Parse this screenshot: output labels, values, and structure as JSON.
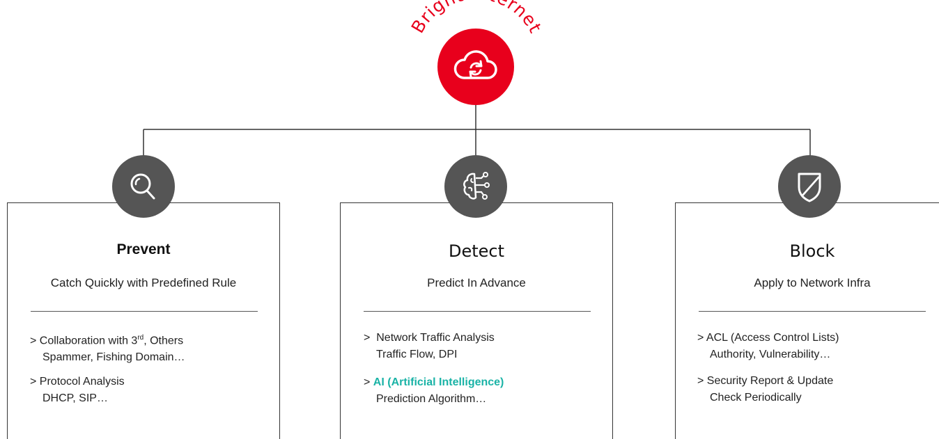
{
  "center": {
    "title": "Bright Internet",
    "icon": "cloud-sync-icon",
    "color": "#e8001c"
  },
  "cards": [
    {
      "icon": "search-icon",
      "title": "Prevent",
      "subtitle": "Catch Quickly with Predefined Rule",
      "items": [
        {
          "prefix": "> Collaboration with 3",
          "superscript": "rd",
          "suffix": ", Others",
          "detail": "Spammer, Fishing Domain…"
        },
        {
          "prefix": "> Protocol Analysis",
          "detail": "DHCP, SIP…"
        }
      ]
    },
    {
      "icon": "ai-brain-icon",
      "title": "Detect",
      "subtitle": "Predict In Advance",
      "items": [
        {
          "prefix": ">  Network Traffic Analysis",
          "detail": "Traffic Flow, DPI"
        },
        {
          "prefix": "> ",
          "highlight": "AI (Artificial Intelligence)",
          "detail": "Prediction Algorithm…"
        }
      ]
    },
    {
      "icon": "shield-icon",
      "title": "Block",
      "subtitle": "Apply to Network Infra",
      "items": [
        {
          "prefix": "> ACL (Access Control Lists)",
          "detail": "Authority, Vulnerability…"
        },
        {
          "prefix": "> Security Report & Update",
          "detail": "Check Periodically"
        }
      ]
    }
  ],
  "colors": {
    "badge": "#555555",
    "highlight": "#1ab3a6",
    "accent": "#e8001c"
  }
}
